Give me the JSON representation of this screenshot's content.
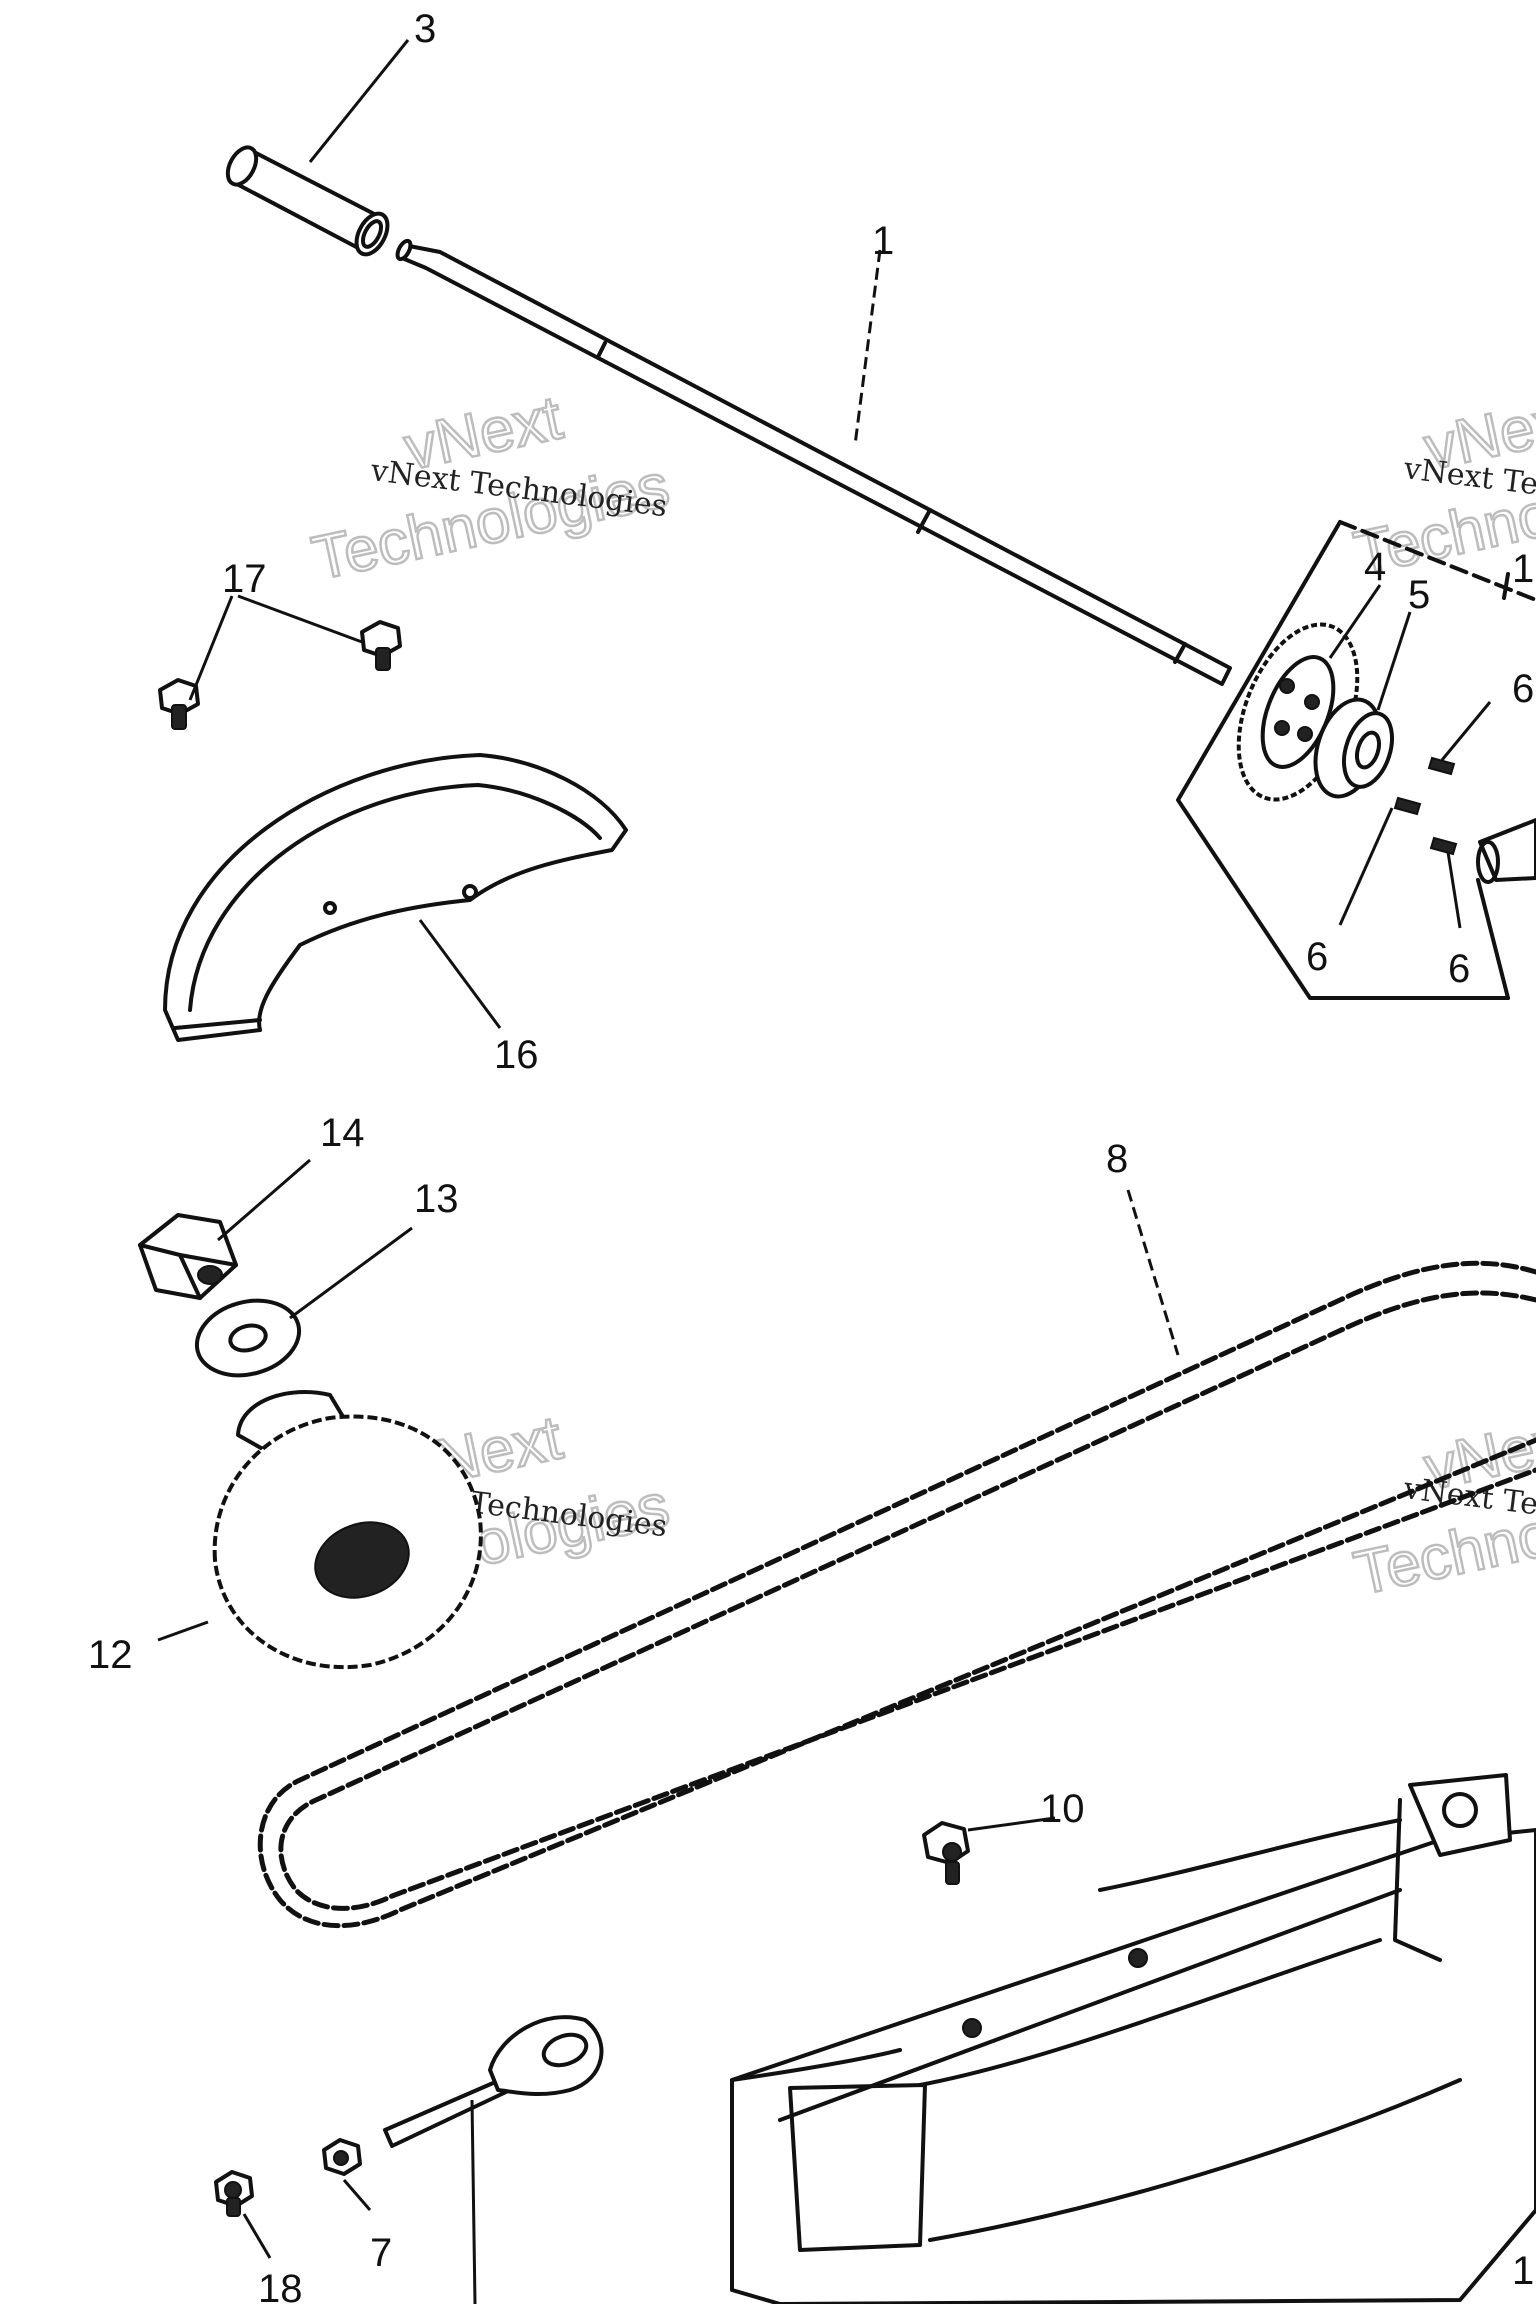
{
  "watermark": {
    "line": "vNext Technologies",
    "big_top": "vNext",
    "big_bottom": "Technologies"
  },
  "callouts": {
    "c1": "1",
    "c3": "3",
    "c4": "4",
    "c5": "5",
    "c6a": "6",
    "c6b": "6",
    "c6c": "6",
    "c7": "7",
    "c8": "8",
    "c10": "10",
    "c12": "12",
    "c13": "13",
    "c14": "14",
    "c16": "16",
    "c17": "17",
    "c18": "18",
    "c1_edge_a": "1",
    "c1_edge_b": "1"
  }
}
